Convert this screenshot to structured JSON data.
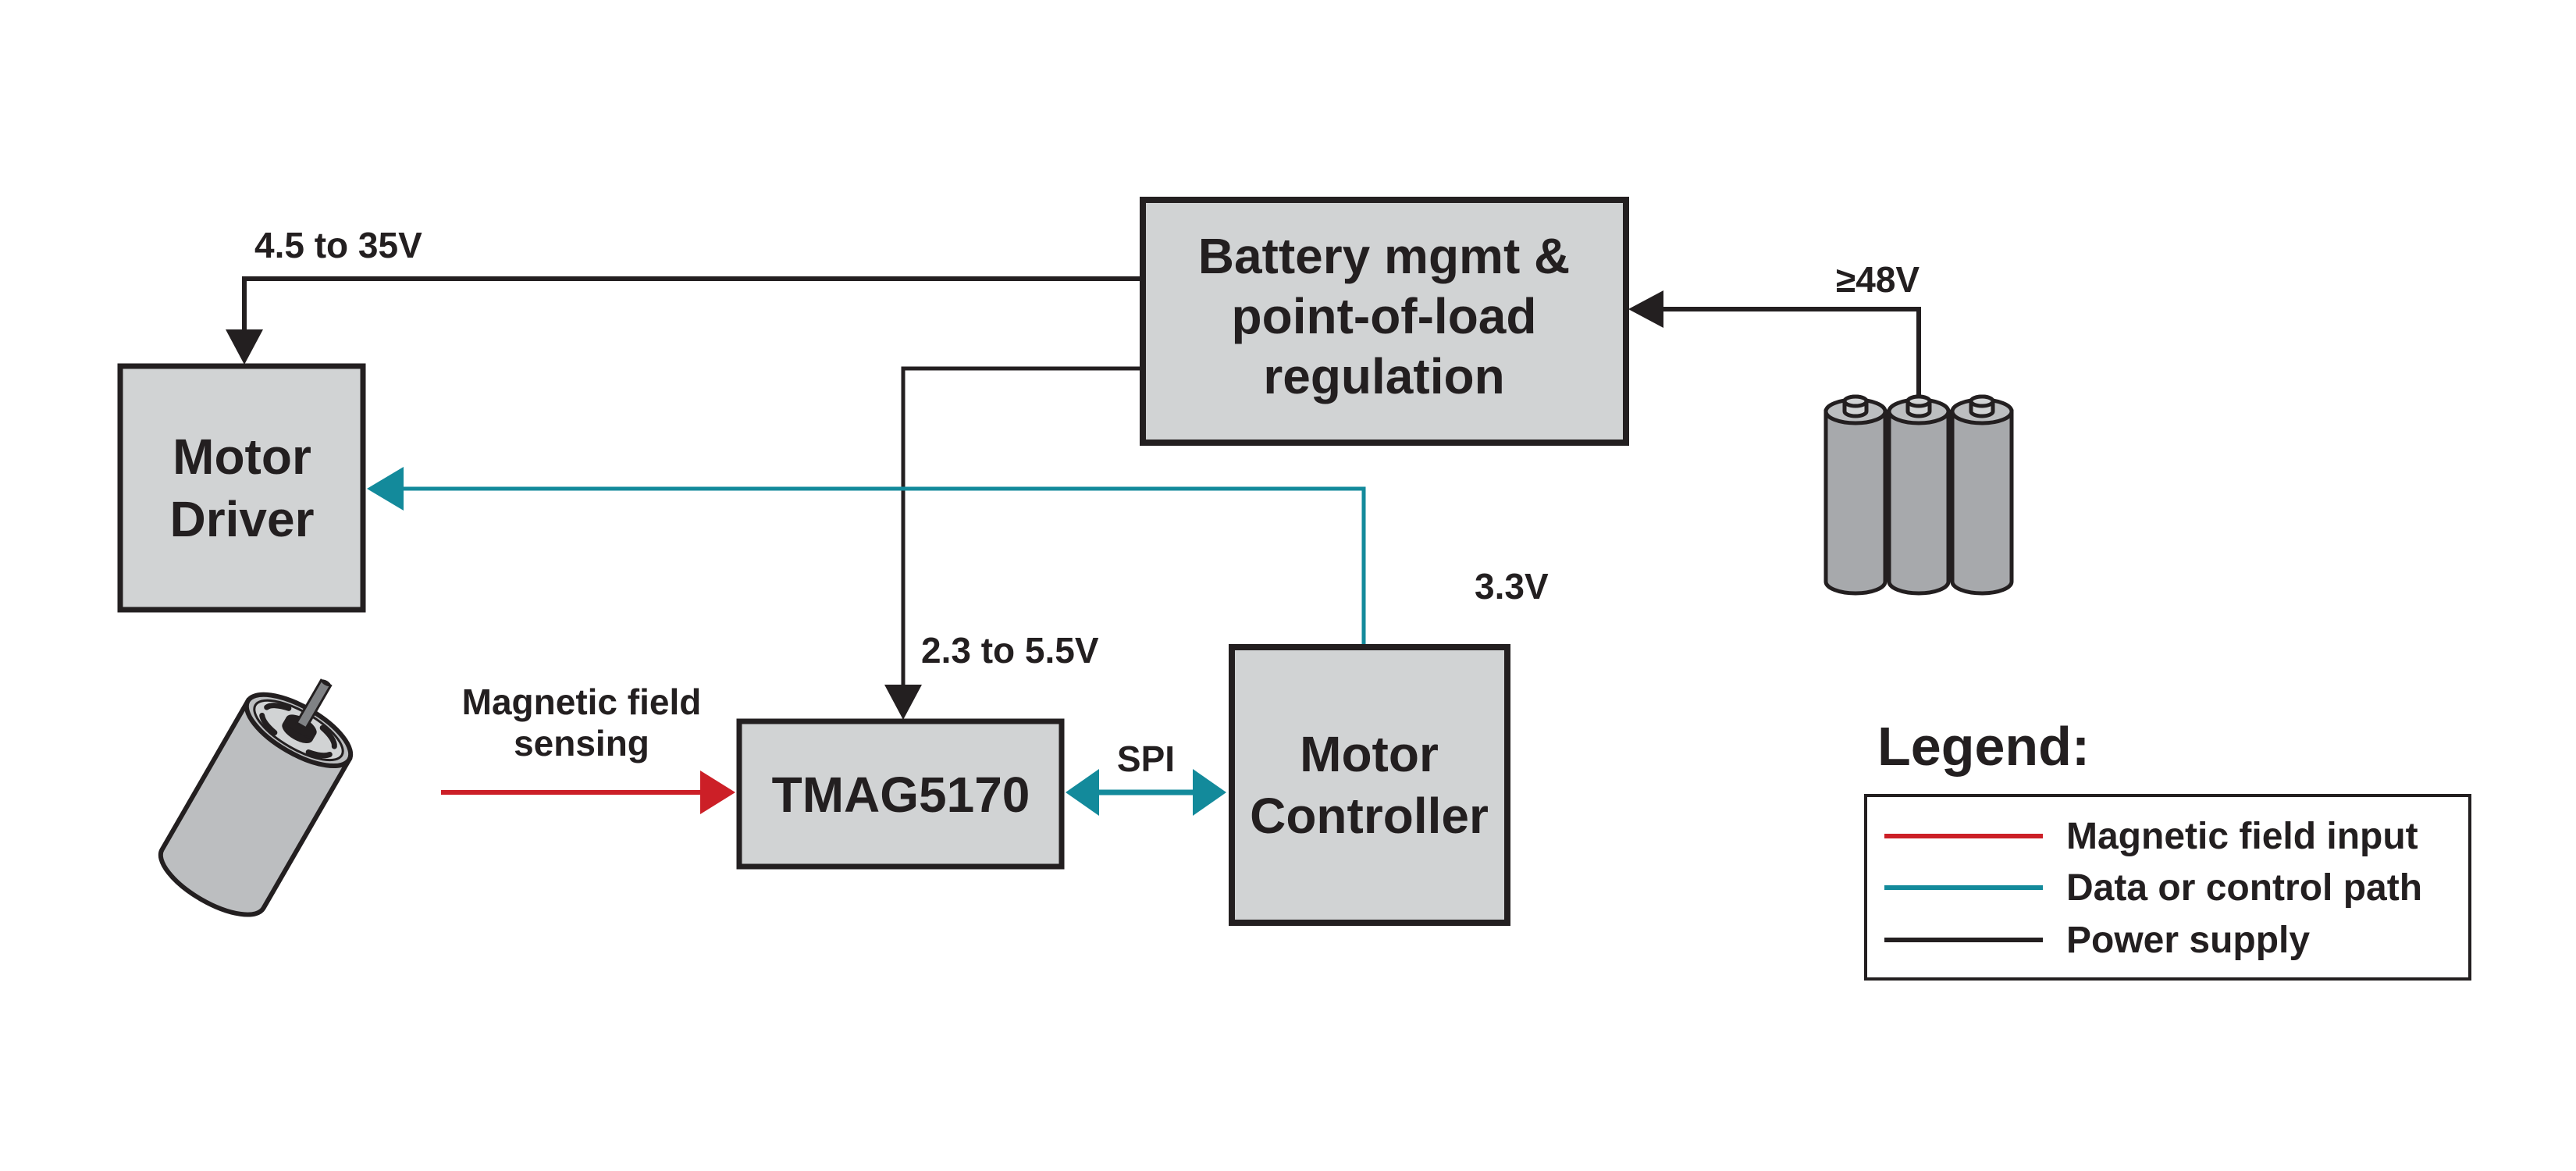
{
  "diagram": {
    "blocks": {
      "battery_mgmt": {
        "lines": [
          "Battery mgmt &",
          "point-of-load",
          "regulation"
        ]
      },
      "motor_driver": {
        "lines": [
          "Motor",
          "Driver"
        ]
      },
      "tmag": {
        "lines": [
          "TMAG5170"
        ]
      },
      "motor_controller": {
        "lines": [
          "Motor",
          "Controller"
        ]
      }
    },
    "labels": {
      "motor_driver_supply": "4.5 to 35V",
      "battery_voltage": "≥48V",
      "controller_supply": "3.3V",
      "tmag_supply": "2.3 to 5.5V",
      "magnetic_sensing": [
        "Magnetic field",
        "sensing"
      ],
      "spi": "SPI"
    },
    "icons": {
      "motor": "dc-motor-icon",
      "battery": "battery-pack-icon"
    },
    "colors": {
      "magnetic": "#cc1f27",
      "data": "#138a9b",
      "power": "#231f20",
      "block_fill": "#d1d3d4",
      "device_fill": "#bcbec0"
    }
  },
  "legend": {
    "title": "Legend:",
    "items": [
      {
        "label": "Magnetic field input",
        "color": "#cc1f27"
      },
      {
        "label": "Data or control path",
        "color": "#138a9b"
      },
      {
        "label": "Power supply",
        "color": "#231f20"
      }
    ]
  }
}
